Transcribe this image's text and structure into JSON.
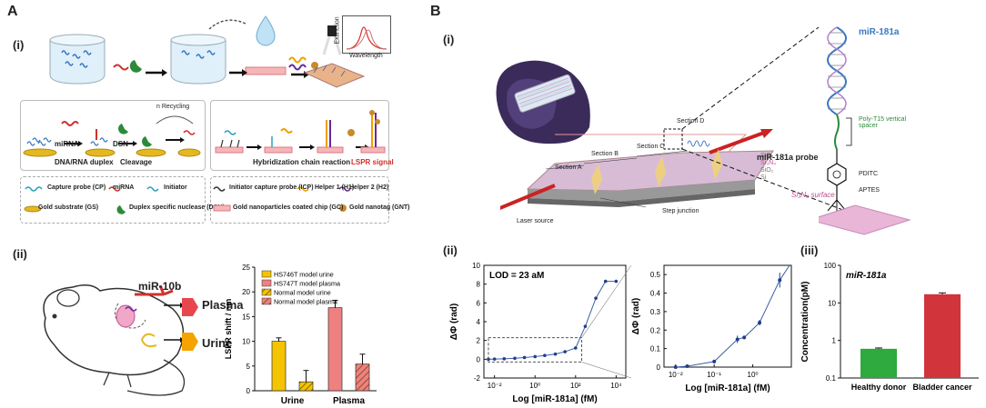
{
  "panels": {
    "A": {
      "letter": "A",
      "i_label": "(i)",
      "ii_label": "(ii)",
      "spectrum": {
        "ylabel": "Extinction",
        "xlabel": "Wavelength"
      },
      "workflow_left": {
        "steps": [
          "miRNA",
          "DSN",
          "n Recycling"
        ],
        "captions": [
          "DNA/RNA  duplex",
          "Cleavage"
        ]
      },
      "workflow_right": {
        "captions": [
          "Hybridization chain reaction",
          "LSPR signal"
        ]
      },
      "legend_left": [
        {
          "text": "Capture probe (CP)"
        },
        {
          "text": "miRNA"
        },
        {
          "text": "Initiator"
        },
        {
          "text": "Gold substrate (GS)"
        },
        {
          "text": "Duplex specific nuclease (DSN)"
        }
      ],
      "legend_right": [
        {
          "text": "Initiator capture probe (ICP)"
        },
        {
          "text": "Helper 1 (H1)"
        },
        {
          "text": "Helper 2 (H2)"
        },
        {
          "text": "Gold nanoparticles coated chip (GC)"
        },
        {
          "text": "Gold nanotag (GNT)"
        }
      ],
      "mouse": {
        "marker": "miR-10b",
        "plasma": "Plasma",
        "urine": "Urine"
      }
    },
    "B": {
      "letter": "B",
      "i_label": "(i)",
      "ii_label": "(ii)",
      "iii_label": "(iii)",
      "chip_labels": {
        "section_a": "Section A",
        "section_b": "Section B",
        "section_c": "Section C",
        "section_d": "Section D",
        "laser": "Laser source",
        "step": "Step junction",
        "layers": [
          "SiO₂",
          "Si₃N₄",
          "SiO₂",
          "Si"
        ]
      },
      "molecule": {
        "target": "miR-181a",
        "spacer": "Poly-T15 vertical spacer",
        "probe": "miR-181a probe",
        "pditc": "PDITC",
        "aptes": "APTES",
        "surface": "Si₃N₄ surface"
      }
    }
  },
  "chart_data": [
    {
      "type": "bar",
      "ylabel": "LSPR shift / nm",
      "categories": [
        "Urine",
        "Plasma"
      ],
      "ylim": [
        0,
        25
      ],
      "yticks": [
        0,
        5,
        10,
        15,
        20,
        25
      ],
      "series": [
        {
          "name": "HS746T model urine",
          "values": [
            10.0,
            null
          ],
          "errors": [
            0.7,
            null
          ],
          "color": "#f5c400",
          "hatch": false
        },
        {
          "name": "Normal model urine",
          "values": [
            1.8,
            null
          ],
          "errors": [
            2.3,
            null
          ],
          "color": "#f5c400",
          "hatch": true
        },
        {
          "name": "HS747T model plasma",
          "values": [
            null,
            16.8
          ],
          "errors": [
            null,
            1.5
          ],
          "color": "#f08080",
          "hatch": false
        },
        {
          "name": "Normal model plasma",
          "values": [
            null,
            5.4
          ],
          "errors": [
            null,
            2.0
          ],
          "color": "#f08080",
          "hatch": true
        }
      ],
      "legend_order": [
        "HS746T model urine",
        "HS747T model plasma",
        "Normal model urine",
        "Normal model plasma"
      ],
      "legend_position": "top-left"
    },
    {
      "type": "line",
      "ylabel": "ΔΦ (rad)",
      "xlabel": "Log [miR-181a] (fM)",
      "annotation": "LOD = 23 aM",
      "xscale": "log",
      "xlim": [
        0.003,
        30000
      ],
      "ylim": [
        -2,
        10
      ],
      "yticks": [
        -2,
        0,
        2,
        4,
        6,
        8,
        10
      ],
      "xtick_labels": [
        "10⁻²",
        "10⁰",
        "10²",
        "10⁴"
      ],
      "xtick_values": [
        0.01,
        1,
        100,
        10000
      ],
      "x": [
        0.005,
        0.01,
        0.03,
        0.1,
        0.3,
        1,
        3,
        10,
        30,
        100,
        300,
        1000,
        3000,
        10000
      ],
      "y": [
        0.0,
        0.02,
        0.05,
        0.1,
        0.18,
        0.28,
        0.4,
        0.55,
        0.8,
        1.2,
        3.5,
        6.5,
        8.3,
        8.3
      ]
    },
    {
      "type": "line",
      "ylabel": "ΔΦ (rad)",
      "xlabel": "Log [miR-181a] (fM)",
      "xscale": "log",
      "xlim": [
        0.005,
        10
      ],
      "ylim": [
        0,
        0.55
      ],
      "yticks": [
        0,
        0.1,
        0.2,
        0.3,
        0.4,
        0.5
      ],
      "xtick_labels": [
        "10⁻²",
        "10⁻¹",
        "10⁰"
      ],
      "xtick_values": [
        0.01,
        0.1,
        1
      ],
      "x": [
        0.01,
        0.02,
        0.1,
        0.4,
        0.6,
        1.5,
        5
      ],
      "y": [
        0.0,
        0.005,
        0.03,
        0.15,
        0.16,
        0.24,
        0.47
      ],
      "errors": [
        0.005,
        0.005,
        0.01,
        0.02,
        0.01,
        0.015,
        0.04
      ]
    },
    {
      "type": "bar",
      "title": "miR-181a",
      "ylabel": "Concentration(pM)",
      "yscale": "log",
      "ylim": [
        0.1,
        100
      ],
      "ytick_labels": [
        "0.1",
        "1",
        "10",
        "100"
      ],
      "categories": [
        "Healthy donor",
        "Bladder cancer"
      ],
      "values": [
        0.6,
        17.0
      ],
      "errors": [
        0.03,
        1.5
      ],
      "colors": [
        "#2eaa3e",
        "#d2343c"
      ]
    }
  ]
}
